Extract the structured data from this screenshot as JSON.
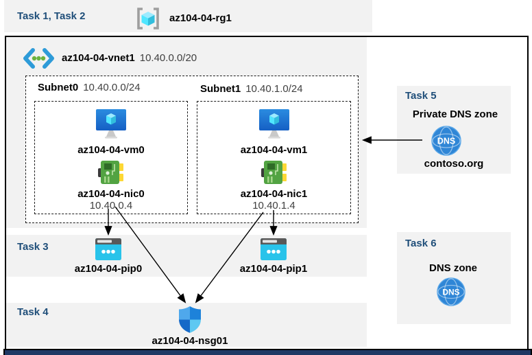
{
  "header": {
    "tasks_label": "Task 1, Task 2",
    "resource_group": "az104-04-rg1"
  },
  "vnet": {
    "name": "az104-04-vnet1",
    "cidr": "10.40.0.0/20",
    "subnets": [
      {
        "name": "Subnet0",
        "cidr": "10.40.0.0/24",
        "vm": "az104-04-vm0",
        "nic": "az104-04-nic0",
        "ip": "10.40.0.4"
      },
      {
        "name": "Subnet1",
        "cidr": "10.40.1.0/24",
        "vm": "az104-04-vm1",
        "nic": "az104-04-nic1",
        "ip": "10.40.1.4"
      }
    ]
  },
  "task3": {
    "label": "Task 3",
    "pip0": "az104-04-pip0",
    "pip1": "az104-04-pip1"
  },
  "task4": {
    "label": "Task 4",
    "nsg": "az104-04-nsg01"
  },
  "task5": {
    "label": "Task 5",
    "title": "Private DNS zone",
    "zone": "contoso.org"
  },
  "task6": {
    "label": "Task 6",
    "title": "DNS zone"
  },
  "icons": {
    "dns_label": "DNS",
    "names": [
      "resource-group-icon",
      "virtual-network-icon",
      "virtual-machine-icon",
      "network-interface-icon",
      "public-ip-icon",
      "nsg-shield-icon",
      "dns-globe-icon"
    ]
  },
  "colors": {
    "task_text": "#1f4e79",
    "band_bg": "#f2f2f2",
    "bottom_bar": "#1f3864",
    "vm_blue": "#1b6fd4",
    "cube_cyan": "#50e6ff",
    "nic_green": "#52a342",
    "pip_cyan": "#29c3ea",
    "dns_blue": "#2f86d6"
  }
}
